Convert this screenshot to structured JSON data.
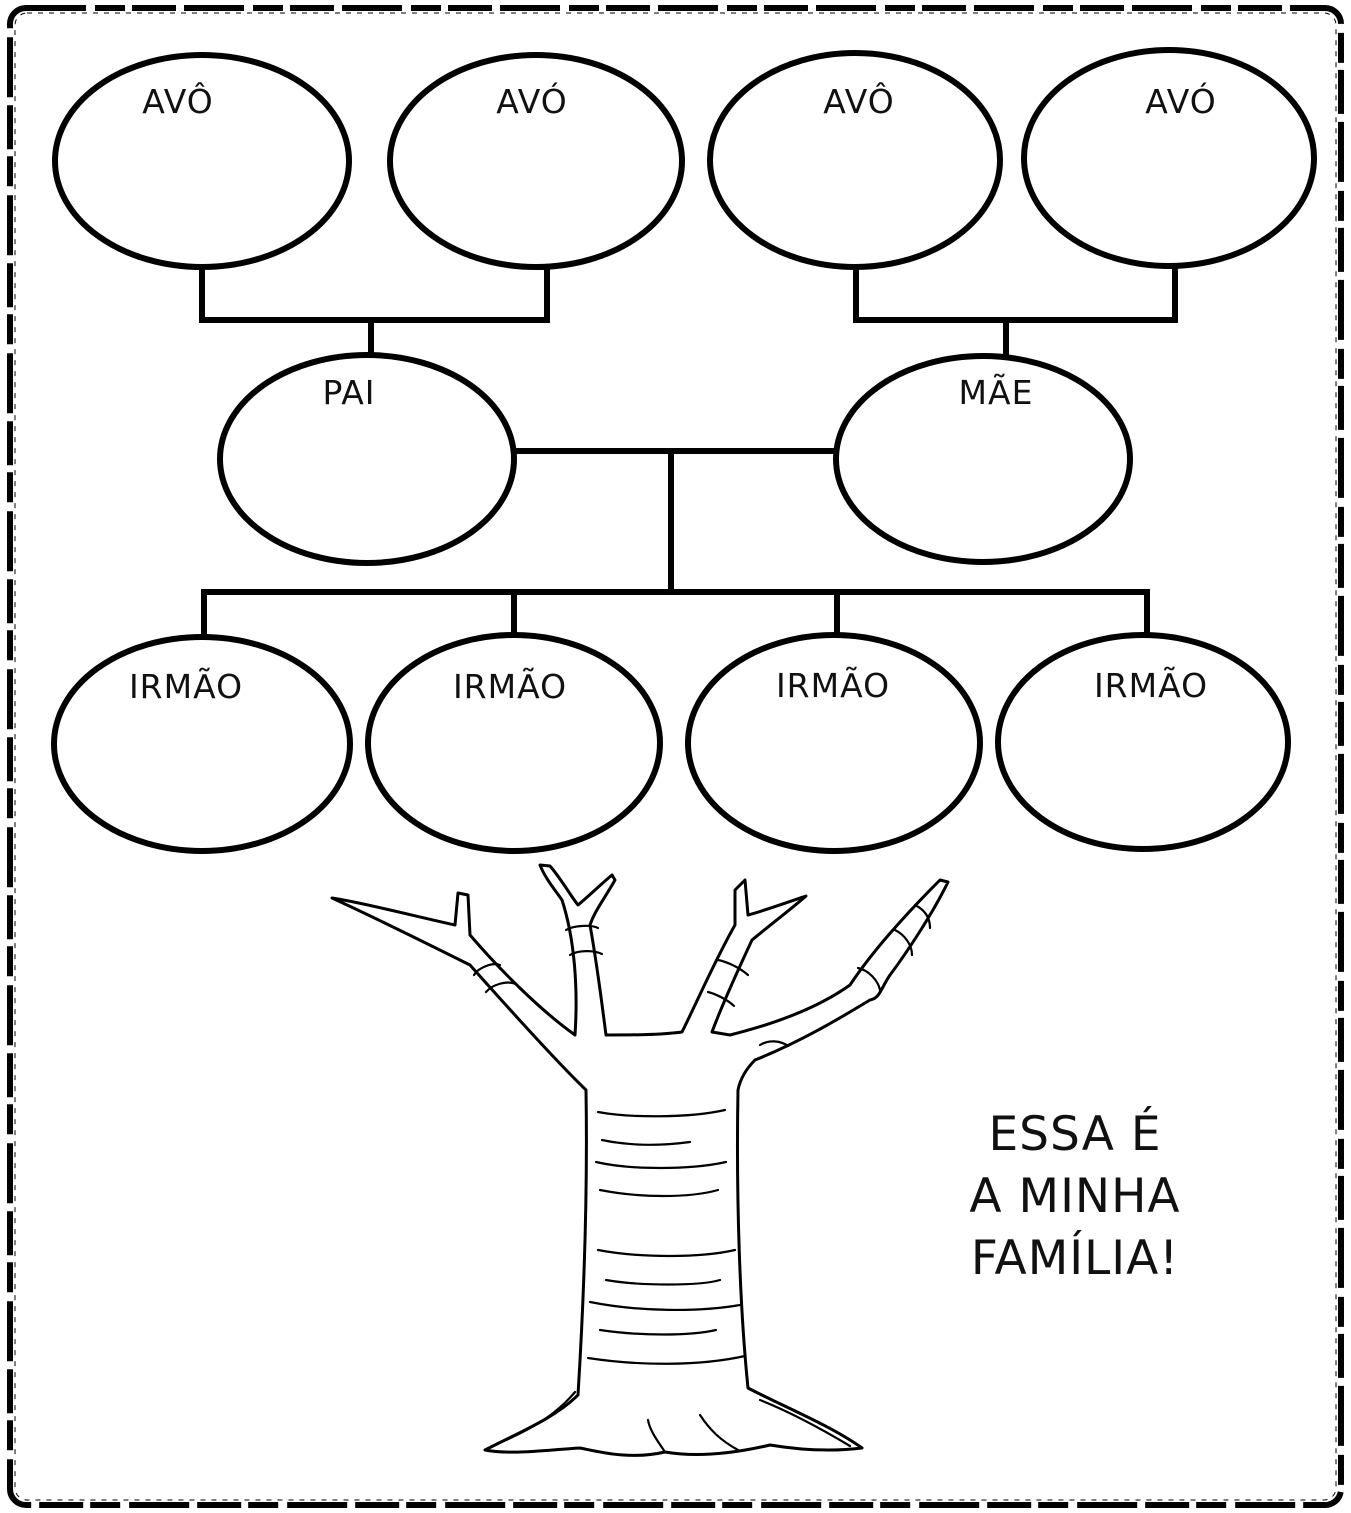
{
  "colors": {
    "ink": "#000000",
    "paper": "#ffffff"
  },
  "grandparents": [
    "AVÔ",
    "AVÓ",
    "AVÔ",
    "AVÓ"
  ],
  "parents": {
    "father": "PAI",
    "mother": "MÃE"
  },
  "siblings": [
    "IRMÃO",
    "IRMÃO",
    "IRMÃO",
    "IRMÃO"
  ],
  "caption": {
    "line1": "ESSA É",
    "line2": "A MINHA",
    "line3": "FAMÍLIA!"
  },
  "icons": {
    "tree": "bare-tree-icon",
    "frame": "dashed-frame-border"
  }
}
